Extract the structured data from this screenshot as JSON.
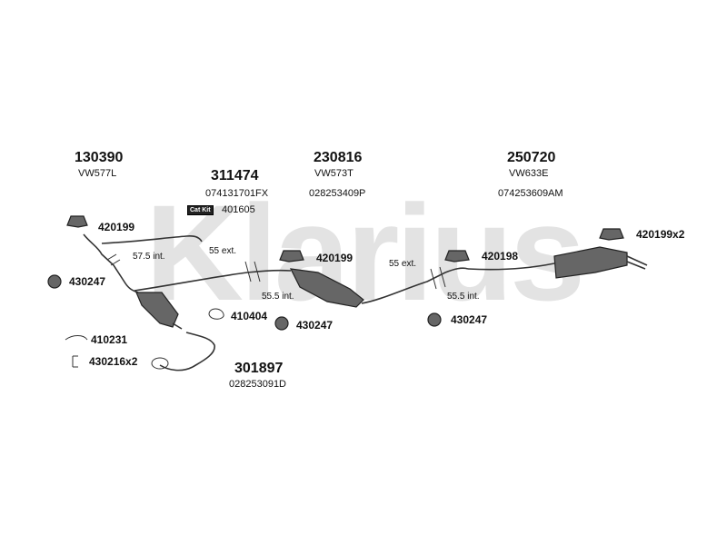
{
  "watermark": {
    "text": "Klarius",
    "color": "#e3e3e3"
  },
  "sections": [
    {
      "id": "front",
      "number": "130390",
      "oe": "VW577L"
    },
    {
      "id": "cat",
      "number": "311474",
      "oe": "074131701FX"
    },
    {
      "id": "middle",
      "number": "230816",
      "oe": "VW573T",
      "oe2": "028253409P"
    },
    {
      "id": "rear",
      "number": "250720",
      "oe": "VW633E",
      "oe2": "074253609AM"
    },
    {
      "id": "downpipe",
      "number": "301897",
      "oe": "028253091D"
    }
  ],
  "catkit": {
    "badge": "Cat Kit",
    "number": "401605"
  },
  "parts": [
    {
      "id": "mount-front",
      "number": "420199"
    },
    {
      "id": "clamp-front",
      "number": "430247"
    },
    {
      "id": "mount-mid",
      "number": "420199"
    },
    {
      "id": "mount-rear1",
      "number": "420198"
    },
    {
      "id": "mount-rear2",
      "number": "420199x2"
    },
    {
      "id": "gasket",
      "number": "410404"
    },
    {
      "id": "clamp-mid",
      "number": "430247"
    },
    {
      "id": "clamp-rear",
      "number": "430247"
    },
    {
      "id": "seal",
      "number": "410231"
    },
    {
      "id": "spring",
      "number": "430216x2"
    }
  ],
  "dimensions": [
    {
      "id": "d1",
      "text": "57.5 int."
    },
    {
      "id": "d2",
      "text": "55 ext."
    },
    {
      "id": "d3",
      "text": "55.5 int."
    },
    {
      "id": "d4",
      "text": "55 ext."
    },
    {
      "id": "d5",
      "text": "55.5 int."
    }
  ]
}
